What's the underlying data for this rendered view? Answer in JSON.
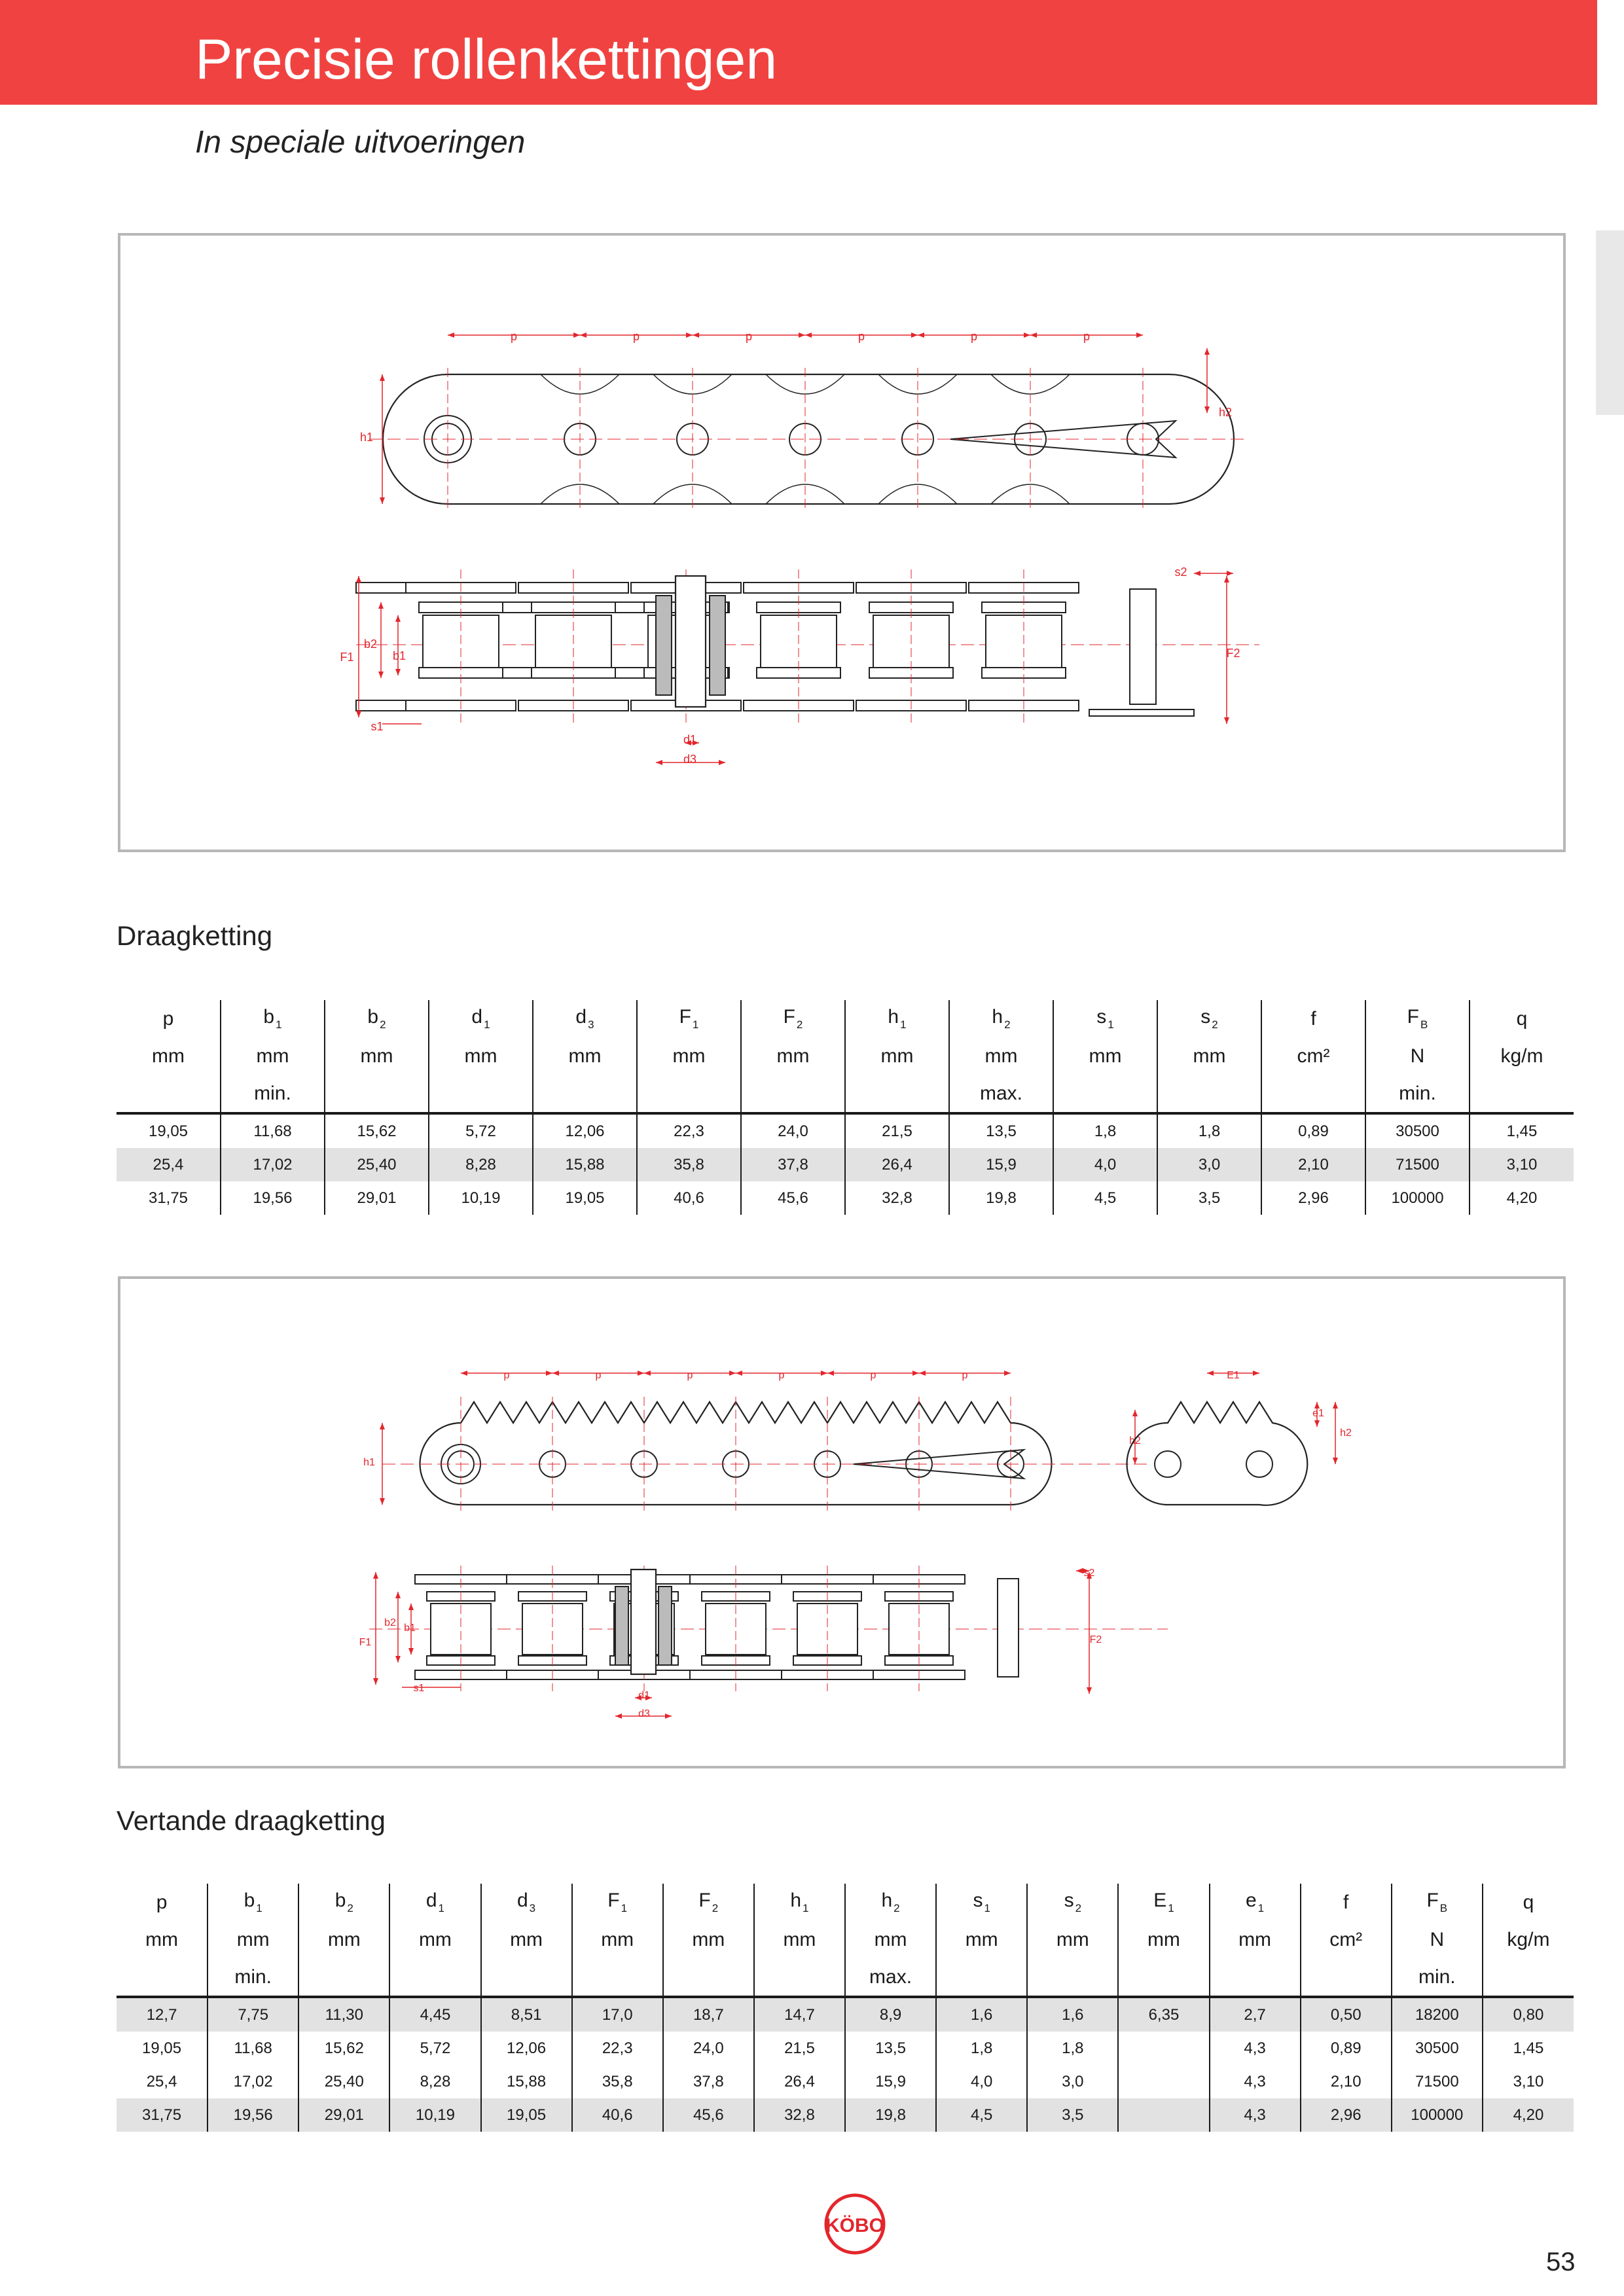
{
  "header": {
    "title": "Precisie rollenkettingen",
    "subtitle": "In speciale uitvoeringen"
  },
  "colors": {
    "brand_red": "#f04341",
    "dimension_red": "#e3262c",
    "row_shade": "#e2e2e2",
    "frame_grey": "#b7b7b7"
  },
  "figure1": {
    "pitch_label": "p",
    "labels": {
      "h1": "h1",
      "h2": "h2",
      "b1": "b1",
      "b2": "b2",
      "F1": "F1",
      "F2": "F2",
      "s1": "s1",
      "s2": "s2",
      "d1": "d1",
      "d3": "d3"
    }
  },
  "figure2": {
    "pitch_label": "p",
    "labels": {
      "h1": "h1",
      "h2": "h2",
      "b1": "b1",
      "b2": "b2",
      "F1": "F1",
      "F2": "F2",
      "s1": "s1",
      "s2": "s2",
      "d1": "d1",
      "d3": "d3",
      "E1": "E1",
      "e1": "e1"
    }
  },
  "section1": {
    "title": "Draagketting",
    "header_symbols": [
      {
        "base": "p",
        "sub": ""
      },
      {
        "base": "b",
        "sub": "1"
      },
      {
        "base": "b",
        "sub": "2"
      },
      {
        "base": "d",
        "sub": "1"
      },
      {
        "base": "d",
        "sub": "3"
      },
      {
        "base": "F",
        "sub": "1"
      },
      {
        "base": "F",
        "sub": "2"
      },
      {
        "base": "h",
        "sub": "1"
      },
      {
        "base": "h",
        "sub": "2"
      },
      {
        "base": "s",
        "sub": "1"
      },
      {
        "base": "s",
        "sub": "2"
      },
      {
        "base": "f",
        "sub": ""
      },
      {
        "base": "F",
        "sub": "B"
      },
      {
        "base": "q",
        "sub": ""
      }
    ],
    "header_units": [
      "mm",
      "mm",
      "mm",
      "mm",
      "mm",
      "mm",
      "mm",
      "mm",
      "mm",
      "mm",
      "mm",
      "cm²",
      "N",
      "kg/m"
    ],
    "header_notes": [
      "",
      "min.",
      "",
      "",
      "",
      "",
      "",
      "",
      "max.",
      "",
      "",
      "",
      "min.",
      ""
    ],
    "rows": [
      [
        "19,05",
        "11,68",
        "15,62",
        "5,72",
        "12,06",
        "22,3",
        "24,0",
        "21,5",
        "13,5",
        "1,8",
        "1,8",
        "0,89",
        "30500",
        "1,45"
      ],
      [
        "25,4",
        "17,02",
        "25,40",
        "8,28",
        "15,88",
        "35,8",
        "37,8",
        "26,4",
        "15,9",
        "4,0",
        "3,0",
        "2,10",
        "71500",
        "3,10"
      ],
      [
        "31,75",
        "19,56",
        "29,01",
        "10,19",
        "19,05",
        "40,6",
        "45,6",
        "32,8",
        "19,8",
        "4,5",
        "3,5",
        "2,96",
        "100000",
        "4,20"
      ]
    ]
  },
  "section2": {
    "title": "Vertande draagketting",
    "header_symbols": [
      {
        "base": "p",
        "sub": ""
      },
      {
        "base": "b",
        "sub": "1"
      },
      {
        "base": "b",
        "sub": "2"
      },
      {
        "base": "d",
        "sub": "1"
      },
      {
        "base": "d",
        "sub": "3"
      },
      {
        "base": "F",
        "sub": "1"
      },
      {
        "base": "F",
        "sub": "2"
      },
      {
        "base": "h",
        "sub": "1"
      },
      {
        "base": "h",
        "sub": "2"
      },
      {
        "base": "s",
        "sub": "1"
      },
      {
        "base": "s",
        "sub": "2"
      },
      {
        "base": "E",
        "sub": "1"
      },
      {
        "base": "e",
        "sub": "1"
      },
      {
        "base": "f",
        "sub": ""
      },
      {
        "base": "F",
        "sub": "B"
      },
      {
        "base": "q",
        "sub": ""
      }
    ],
    "header_units": [
      "mm",
      "mm",
      "mm",
      "mm",
      "mm",
      "mm",
      "mm",
      "mm",
      "mm",
      "mm",
      "mm",
      "mm",
      "mm",
      "cm²",
      "N",
      "kg/m"
    ],
    "header_notes": [
      "",
      "min.",
      "",
      "",
      "",
      "",
      "",
      "",
      "max.",
      "",
      "",
      "",
      "",
      "",
      "min.",
      ""
    ],
    "rows": [
      [
        "12,7",
        "7,75",
        "11,30",
        "4,45",
        "8,51",
        "17,0",
        "18,7",
        "14,7",
        "8,9",
        "1,6",
        "1,6",
        "6,35",
        "2,7",
        "0,50",
        "18200",
        "0,80"
      ],
      [
        "19,05",
        "11,68",
        "15,62",
        "5,72",
        "12,06",
        "22,3",
        "24,0",
        "21,5",
        "13,5",
        "1,8",
        "1,8",
        "",
        "4,3",
        "0,89",
        "30500",
        "1,45"
      ],
      [
        "25,4",
        "17,02",
        "25,40",
        "8,28",
        "15,88",
        "35,8",
        "37,8",
        "26,4",
        "15,9",
        "4,0",
        "3,0",
        "",
        "4,3",
        "2,10",
        "71500",
        "3,10"
      ],
      [
        "31,75",
        "19,56",
        "29,01",
        "10,19",
        "19,05",
        "40,6",
        "45,6",
        "32,8",
        "19,8",
        "4,5",
        "3,5",
        "",
        "4,3",
        "2,96",
        "100000",
        "4,20"
      ]
    ]
  },
  "footer": {
    "logo_text": "KÖBO",
    "page_number": "53"
  }
}
